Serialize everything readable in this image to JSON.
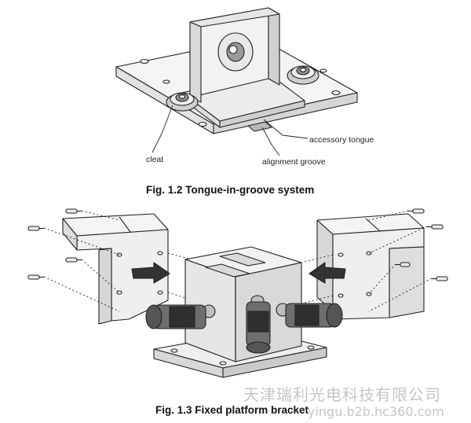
{
  "figure_1_2": {
    "labels": {
      "cleat": "cleat",
      "accessory_tongue": "accessory tongue",
      "alignment_groove": "alignment groove"
    },
    "caption": "Fig. 1.2   Tongue-in-groove system"
  },
  "figure_1_3": {
    "caption": "Fig. 1.3   Fixed platform bracket"
  },
  "watermark": {
    "company": "天津瑞利光电科技有限公司",
    "url": "yingu.b2b.hc360.com"
  }
}
